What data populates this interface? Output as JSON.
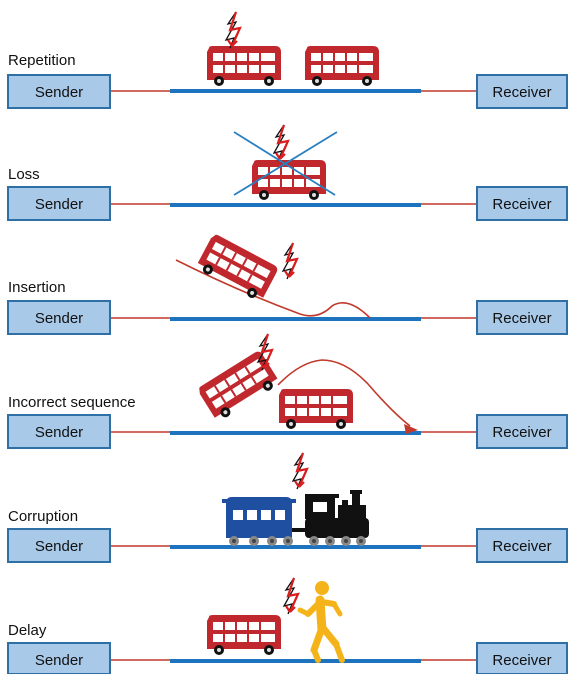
{
  "rows": [
    {
      "label": "Repetition",
      "sender": "Sender",
      "receiver": "Receiver"
    },
    {
      "label": "Loss",
      "sender": "Sender",
      "receiver": "Receiver"
    },
    {
      "label": "Insertion",
      "sender": "Sender",
      "receiver": "Receiver"
    },
    {
      "label": "Incorrect sequence",
      "sender": "Sender",
      "receiver": "Receiver"
    },
    {
      "label": "Corruption",
      "sender": "Sender",
      "receiver": "Receiver"
    },
    {
      "label": "Delay",
      "sender": "Sender",
      "receiver": "Receiver"
    }
  ],
  "colors": {
    "box_fill": "#a9c9e9",
    "box_stroke": "#2e6fa6",
    "line_red": "#c0392b",
    "track_blue": "#1e73be",
    "bus_red": "#c0282d",
    "train_blue": "#1f4fa0",
    "loco_black": "#111111",
    "person_yellow": "#f5b31a"
  }
}
